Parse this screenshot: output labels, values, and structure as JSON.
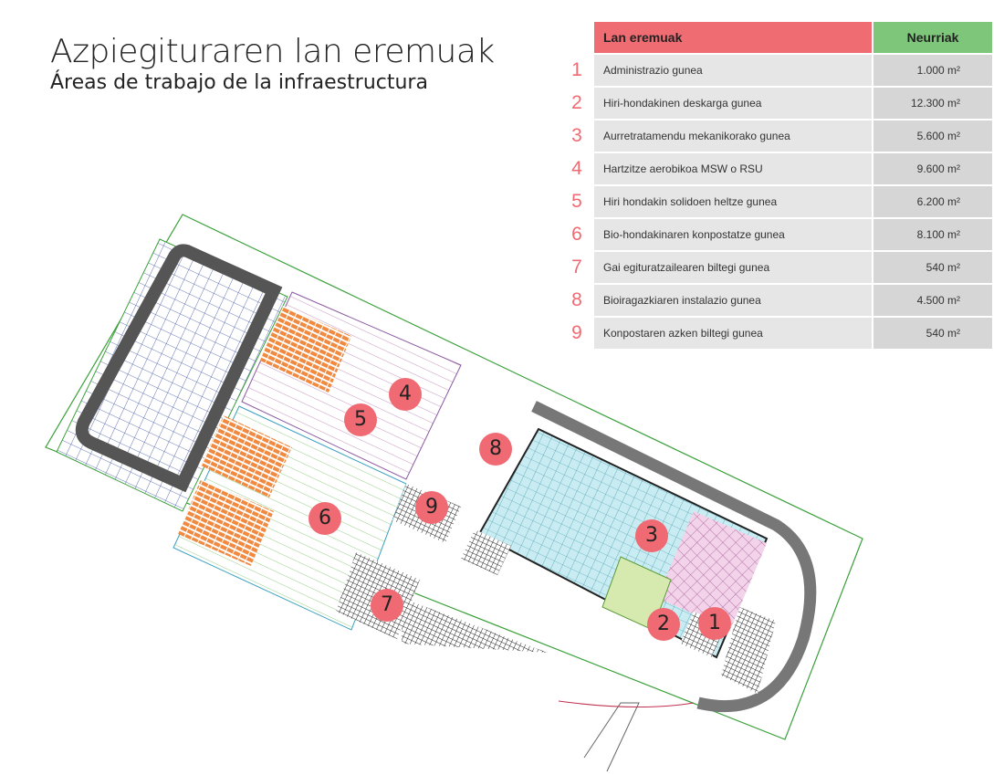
{
  "title": "Azpiegituraren lan eremuak",
  "subtitle": "Áreas de trabajo de la infraestructura",
  "table": {
    "headers": [
      "Lan eremuak",
      "Neurriak"
    ],
    "rows": [
      {
        "n": "1",
        "area": "Administrazio gunea",
        "size": "1.000 m²"
      },
      {
        "n": "2",
        "area": "Hiri-hondakinen deskarga gunea",
        "size": "12.300 m²"
      },
      {
        "n": "3",
        "area": "Aurretratamendu mekanikorako gunea",
        "size": "5.600 m²"
      },
      {
        "n": "4",
        "area": "Hartzitze aerobikoa MSW o RSU",
        "size": "9.600 m²"
      },
      {
        "n": "5",
        "area": "Hiri hondakin solidoen heltze gunea",
        "size": "6.200 m²"
      },
      {
        "n": "6",
        "area": "Bio-hondakinaren konpostatze gunea",
        "size": "8.100 m²"
      },
      {
        "n": "7",
        "area": "Gai egituratzailearen biltegi gunea",
        "size": "540 m²"
      },
      {
        "n": "8",
        "area": "Bioiragazkiaren instalazio gunea",
        "size": "4.500 m²"
      },
      {
        "n": "9",
        "area": "Konpostaren azken biltegi gunea",
        "size": "540 m²"
      }
    ]
  },
  "markers": [
    "1",
    "2",
    "3",
    "4",
    "5",
    "6",
    "7",
    "8",
    "9"
  ],
  "colors": {
    "header_red": "#f06c73",
    "header_green": "#7dc67a",
    "marker": "#ef6a72"
  }
}
